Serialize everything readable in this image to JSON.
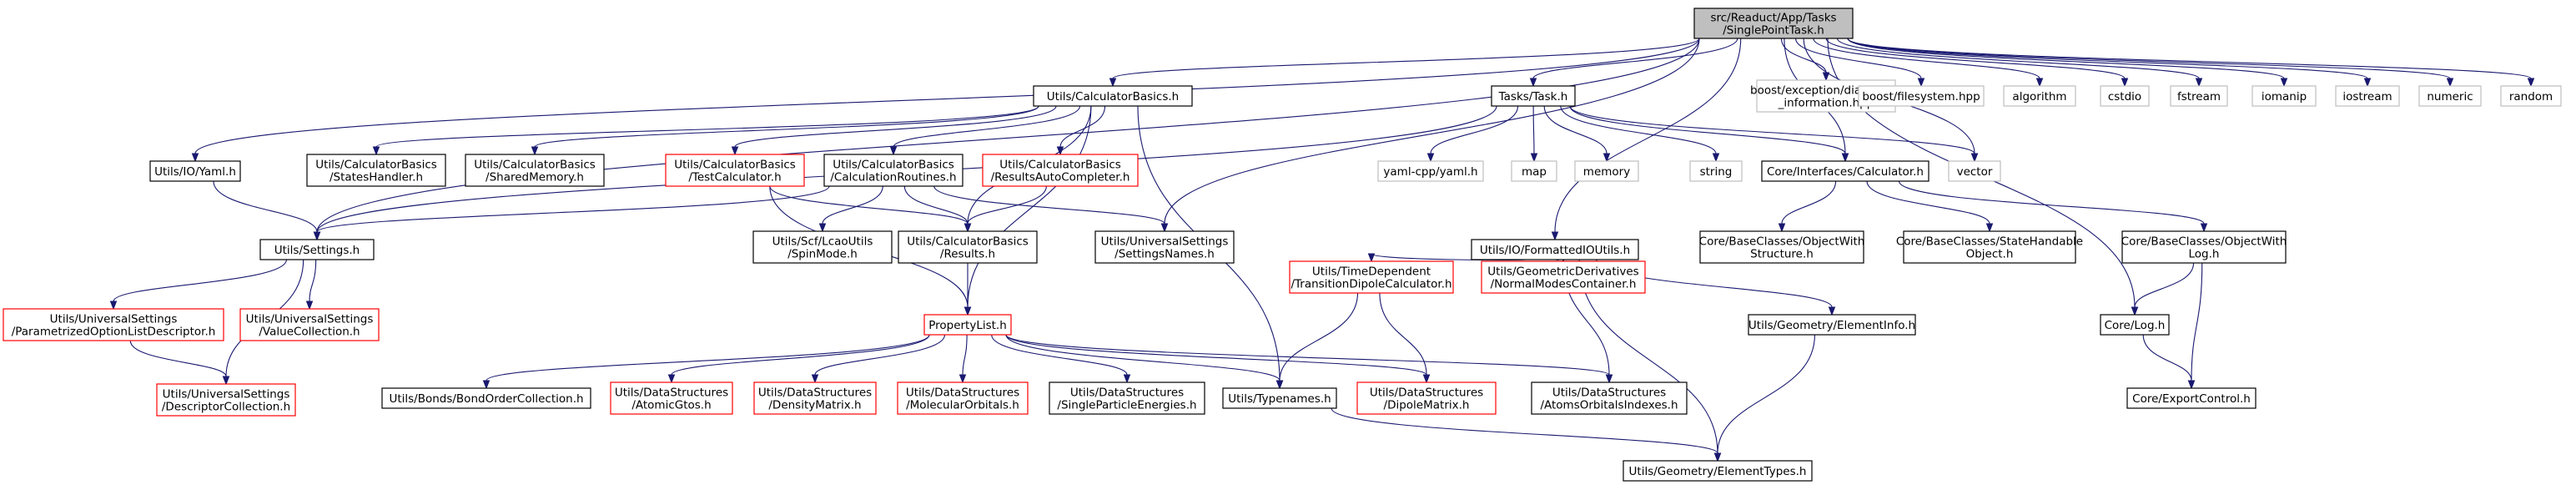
{
  "diagram": {
    "root": "root",
    "colors": {
      "edge": "#191970",
      "root_fill": "#bfbfbf",
      "normal_border": "#000000",
      "missing_border": "#ff0000",
      "external_border": "#bfbfbf"
    },
    "nodes": [
      {
        "id": "root",
        "lines": [
          "src/Readuct/App/Tasks",
          "/SinglePointTask.h"
        ],
        "kind": "root"
      },
      {
        "id": "yaml_h",
        "lines": [
          "Utils/IO/Yaml.h"
        ],
        "kind": "normal"
      },
      {
        "id": "settings_h",
        "lines": [
          "Utils/Settings.h"
        ],
        "kind": "normal"
      },
      {
        "id": "calcbasics_h",
        "lines": [
          "Utils/CalculatorBasics.h"
        ],
        "kind": "normal"
      },
      {
        "id": "states_handler",
        "lines": [
          "Utils/CalculatorBasics",
          "/StatesHandler.h"
        ],
        "kind": "normal"
      },
      {
        "id": "shared_memory",
        "lines": [
          "Utils/CalculatorBasics",
          "/SharedMemory.h"
        ],
        "kind": "normal"
      },
      {
        "id": "test_calculator",
        "lines": [
          "Utils/CalculatorBasics",
          "/TestCalculator.h"
        ],
        "kind": "missing"
      },
      {
        "id": "calc_routines",
        "lines": [
          "Utils/CalculatorBasics",
          "/CalculationRoutines.h"
        ],
        "kind": "normal"
      },
      {
        "id": "results_auto",
        "lines": [
          "Utils/CalculatorBasics",
          "/ResultsAutoCompleter.h"
        ],
        "kind": "missing"
      },
      {
        "id": "spin_mode",
        "lines": [
          "Utils/Scf/LcaoUtils",
          "/SpinMode.h"
        ],
        "kind": "normal"
      },
      {
        "id": "results_h",
        "lines": [
          "Utils/CalculatorBasics",
          "/Results.h"
        ],
        "kind": "normal"
      },
      {
        "id": "settings_names",
        "lines": [
          "Utils/UniversalSettings",
          "/SettingsNames.h"
        ],
        "kind": "normal"
      },
      {
        "id": "param_option",
        "lines": [
          "Utils/UniversalSettings",
          "/ParametrizedOptionListDescriptor.h"
        ],
        "kind": "missing"
      },
      {
        "id": "value_collection",
        "lines": [
          "Utils/UniversalSettings",
          "/ValueCollection.h"
        ],
        "kind": "missing"
      },
      {
        "id": "descriptor_collection",
        "lines": [
          "Utils/UniversalSettings",
          "/DescriptorCollection.h"
        ],
        "kind": "missing"
      },
      {
        "id": "property_list",
        "lines": [
          "PropertyList.h"
        ],
        "kind": "missing"
      },
      {
        "id": "bond_order",
        "lines": [
          "Utils/Bonds/BondOrderCollection.h"
        ],
        "kind": "normal"
      },
      {
        "id": "atomic_gtos",
        "lines": [
          "Utils/DataStructures",
          "/AtomicGtos.h"
        ],
        "kind": "missing"
      },
      {
        "id": "density_matrix",
        "lines": [
          "Utils/DataStructures",
          "/DensityMatrix.h"
        ],
        "kind": "missing"
      },
      {
        "id": "molecular_orbitals",
        "lines": [
          "Utils/DataStructures",
          "/MolecularOrbitals.h"
        ],
        "kind": "missing"
      },
      {
        "id": "single_particle",
        "lines": [
          "Utils/DataStructures",
          "/SingleParticleEnergies.h"
        ],
        "kind": "normal"
      },
      {
        "id": "typenames",
        "lines": [
          "Utils/Typenames.h"
        ],
        "kind": "normal"
      },
      {
        "id": "dipole_matrix",
        "lines": [
          "Utils/DataStructures",
          "/DipoleMatrix.h"
        ],
        "kind": "missing"
      },
      {
        "id": "atoms_orbitals",
        "lines": [
          "Utils/DataStructures",
          "/AtomsOrbitalsIndexes.h"
        ],
        "kind": "normal"
      },
      {
        "id": "element_types",
        "lines": [
          "Utils/Geometry/ElementTypes.h"
        ],
        "kind": "normal"
      },
      {
        "id": "task_h",
        "lines": [
          "Tasks/Task.h"
        ],
        "kind": "normal"
      },
      {
        "id": "yaml_cpp",
        "lines": [
          "yaml-cpp/yaml.h"
        ],
        "kind": "external"
      },
      {
        "id": "map",
        "lines": [
          "map"
        ],
        "kind": "external"
      },
      {
        "id": "memory",
        "lines": [
          "memory"
        ],
        "kind": "external"
      },
      {
        "id": "string",
        "lines": [
          "string"
        ],
        "kind": "external"
      },
      {
        "id": "calculator_h",
        "lines": [
          "Core/Interfaces/Calculator.h"
        ],
        "kind": "normal"
      },
      {
        "id": "vector",
        "lines": [
          "vector"
        ],
        "kind": "external"
      },
      {
        "id": "formatted_io",
        "lines": [
          "Utils/IO/FormattedIOUtils.h"
        ],
        "kind": "normal"
      },
      {
        "id": "td_dipole",
        "lines": [
          "Utils/TimeDependent",
          "/TransitionDipoleCalculator.h"
        ],
        "kind": "missing"
      },
      {
        "id": "normal_modes",
        "lines": [
          "Utils/GeometricDerivatives",
          "/NormalModesContainer.h"
        ],
        "kind": "missing"
      },
      {
        "id": "element_info",
        "lines": [
          "Utils/Geometry/ElementInfo.h"
        ],
        "kind": "normal"
      },
      {
        "id": "object_structure",
        "lines": [
          "Core/BaseClasses/ObjectWith",
          "Structure.h"
        ],
        "kind": "normal"
      },
      {
        "id": "state_handable",
        "lines": [
          "Core/BaseClasses/StateHandable",
          "Object.h"
        ],
        "kind": "normal"
      },
      {
        "id": "object_log",
        "lines": [
          "Core/BaseClasses/ObjectWith",
          "Log.h"
        ],
        "kind": "normal"
      },
      {
        "id": "log_h",
        "lines": [
          "Core/Log.h"
        ],
        "kind": "normal"
      },
      {
        "id": "export_control",
        "lines": [
          "Core/ExportControl.h"
        ],
        "kind": "normal"
      },
      {
        "id": "boost_diag",
        "lines": [
          "boost/exception/diagnostic",
          "_information.hpp"
        ],
        "kind": "external"
      },
      {
        "id": "boost_fs",
        "lines": [
          "boost/filesystem.hpp"
        ],
        "kind": "external"
      },
      {
        "id": "algorithm",
        "lines": [
          "algorithm"
        ],
        "kind": "external"
      },
      {
        "id": "cstdio",
        "lines": [
          "cstdio"
        ],
        "kind": "external"
      },
      {
        "id": "fstream",
        "lines": [
          "fstream"
        ],
        "kind": "external"
      },
      {
        "id": "iomanip",
        "lines": [
          "iomanip"
        ],
        "kind": "external"
      },
      {
        "id": "iostream",
        "lines": [
          "iostream"
        ],
        "kind": "external"
      },
      {
        "id": "numeric",
        "lines": [
          "numeric"
        ],
        "kind": "external"
      },
      {
        "id": "random",
        "lines": [
          "random"
        ],
        "kind": "external"
      }
    ],
    "edges": [
      [
        "root",
        "yaml_h"
      ],
      [
        "root",
        "settings_h"
      ],
      [
        "root",
        "calcbasics_h"
      ],
      [
        "root",
        "task_h"
      ],
      [
        "root",
        "settings_names"
      ],
      [
        "root",
        "formatted_io"
      ],
      [
        "root",
        "calculator_h"
      ],
      [
        "root",
        "log_h"
      ],
      [
        "root",
        "vector"
      ],
      [
        "root",
        "boost_diag"
      ],
      [
        "root",
        "boost_fs"
      ],
      [
        "root",
        "algorithm"
      ],
      [
        "root",
        "cstdio"
      ],
      [
        "root",
        "fstream"
      ],
      [
        "root",
        "iomanip"
      ],
      [
        "root",
        "iostream"
      ],
      [
        "root",
        "numeric"
      ],
      [
        "root",
        "random"
      ],
      [
        "yaml_h",
        "settings_h"
      ],
      [
        "calcbasics_h",
        "states_handler"
      ],
      [
        "calcbasics_h",
        "shared_memory"
      ],
      [
        "calcbasics_h",
        "test_calculator"
      ],
      [
        "calcbasics_h",
        "calc_routines"
      ],
      [
        "calcbasics_h",
        "results_auto"
      ],
      [
        "calcbasics_h",
        "results_h"
      ],
      [
        "calcbasics_h",
        "property_list"
      ],
      [
        "calcbasics_h",
        "typenames"
      ],
      [
        "calc_routines",
        "settings_h"
      ],
      [
        "calc_routines",
        "spin_mode"
      ],
      [
        "calc_routines",
        "results_h"
      ],
      [
        "calc_routines",
        "settings_names"
      ],
      [
        "test_calculator",
        "results_h"
      ],
      [
        "test_calculator",
        "property_list"
      ],
      [
        "results_auto",
        "results_h"
      ],
      [
        "results_h",
        "property_list"
      ],
      [
        "settings_h",
        "param_option"
      ],
      [
        "settings_h",
        "value_collection"
      ],
      [
        "settings_h",
        "descriptor_collection"
      ],
      [
        "param_option",
        "descriptor_collection"
      ],
      [
        "property_list",
        "bond_order"
      ],
      [
        "property_list",
        "atomic_gtos"
      ],
      [
        "property_list",
        "density_matrix"
      ],
      [
        "property_list",
        "molecular_orbitals"
      ],
      [
        "property_list",
        "single_particle"
      ],
      [
        "property_list",
        "typenames"
      ],
      [
        "property_list",
        "dipole_matrix"
      ],
      [
        "property_list",
        "atoms_orbitals"
      ],
      [
        "typenames",
        "element_types"
      ],
      [
        "task_h",
        "settings_h"
      ],
      [
        "task_h",
        "yaml_cpp"
      ],
      [
        "task_h",
        "map"
      ],
      [
        "task_h",
        "memory"
      ],
      [
        "task_h",
        "string"
      ],
      [
        "task_h",
        "calculator_h"
      ],
      [
        "task_h",
        "vector"
      ],
      [
        "calculator_h",
        "object_structure"
      ],
      [
        "calculator_h",
        "state_handable"
      ],
      [
        "calculator_h",
        "object_log"
      ],
      [
        "object_log",
        "log_h"
      ],
      [
        "object_log",
        "export_control"
      ],
      [
        "log_h",
        "export_control"
      ],
      [
        "formatted_io",
        "td_dipole"
      ],
      [
        "formatted_io",
        "normal_modes"
      ],
      [
        "formatted_io",
        "element_info"
      ],
      [
        "formatted_io",
        "atoms_orbitals"
      ],
      [
        "formatted_io",
        "element_types"
      ],
      [
        "td_dipole",
        "typenames"
      ],
      [
        "td_dipole",
        "dipole_matrix"
      ],
      [
        "element_info",
        "element_types"
      ]
    ]
  }
}
